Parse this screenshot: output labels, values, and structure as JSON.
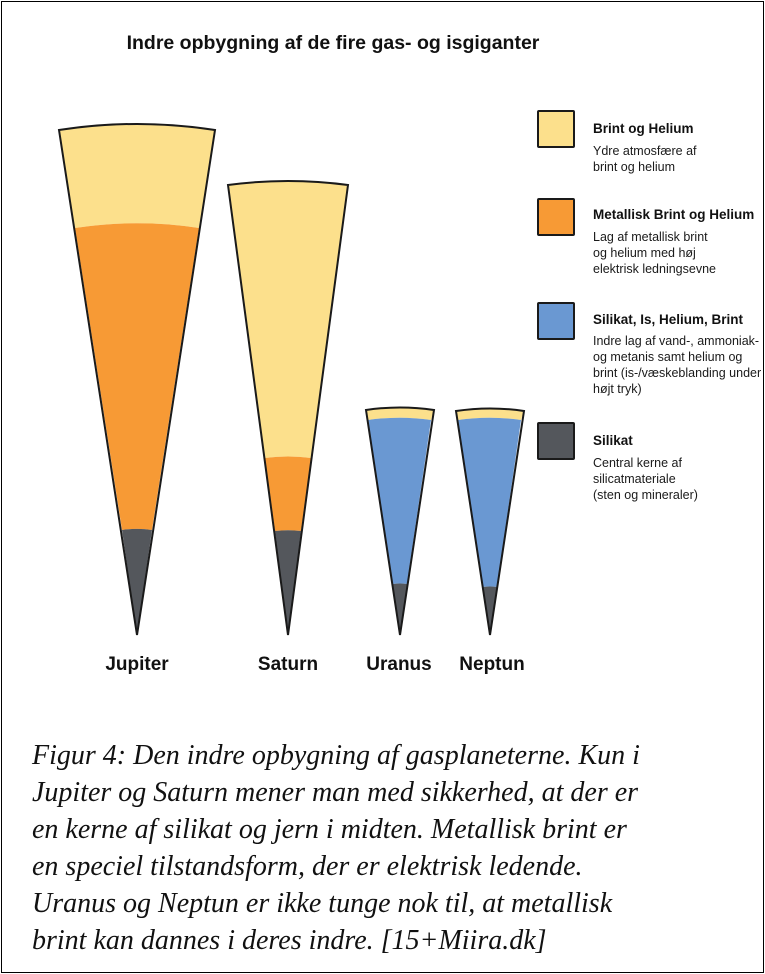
{
  "title": "Indre opbygning af de fire gas- og isgiganter",
  "colors": {
    "brint_helium": "#FCE08C",
    "metallisk": "#F79A35",
    "silikat_is": "#6A98D2",
    "silikat": "#54575C",
    "outline": "#1a1a1a"
  },
  "planets": [
    {
      "name": "Jupiter"
    },
    {
      "name": "Saturn"
    },
    {
      "name": "Uranus"
    },
    {
      "name": "Neptun"
    }
  ],
  "legend": [
    {
      "title": "Brint og Helium",
      "desc": [
        "Ydre atmosfære af",
        "brint og helium"
      ],
      "color": "#FCE08C"
    },
    {
      "title": "Metallisk Brint og Helium",
      "desc": [
        "Lag af metallisk brint",
        "og helium med høj",
        "elektrisk ledningsevne"
      ],
      "color": "#F79A35"
    },
    {
      "title": "Silikat, Is, Helium, Brint",
      "desc": [
        "Indre lag af vand-, ammoniak-",
        "og metanis samt helium og",
        "brint (is-/væskeblanding under",
        "højt tryk)"
      ],
      "color": "#6A98D2"
    },
    {
      "title": "Silikat",
      "desc": [
        "Central kerne af",
        "silicatmateriale",
        "(sten og mineraler)"
      ],
      "color": "#54575C"
    }
  ],
  "caption": [
    "Figur 4: Den indre opbygning af gasplaneterne. Kun i",
    "Jupiter og Saturn mener man med sikkerhed, at der er",
    "en kerne af silikat og jern i midten. Metallisk brint er",
    "en speciel tilstandsform, der er elektrisk ledende.",
    "Uranus og Neptun er ikke tunge nok til, at metallisk",
    "brint kan dannes i deres indre. [15+Miira.dk]"
  ]
}
